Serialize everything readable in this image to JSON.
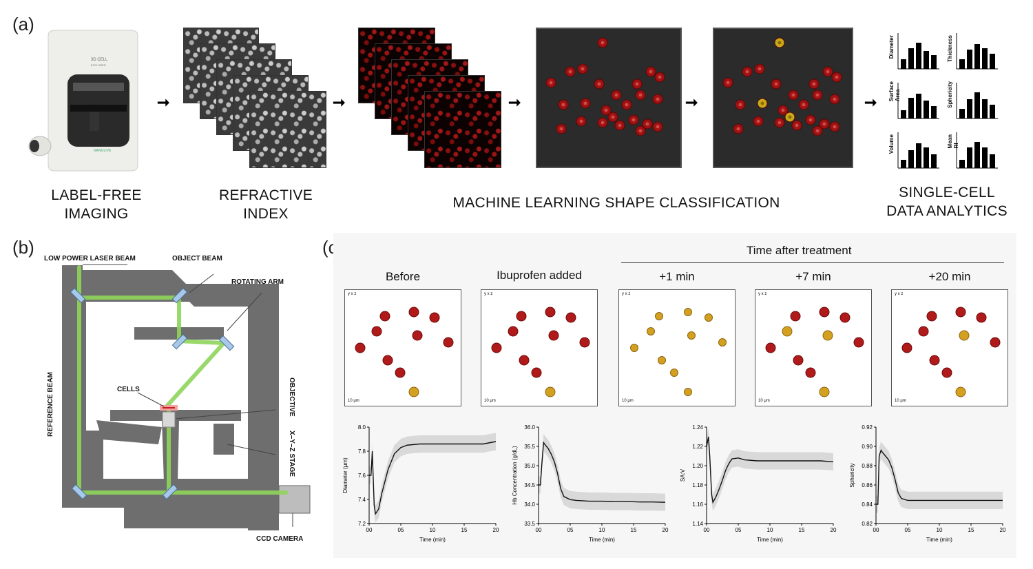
{
  "panel_a": {
    "letter": "(a)",
    "label_imaging_1": "LABEL-FREE",
    "label_imaging_2": "IMAGING",
    "label_ri_1": "REFRACTIVE",
    "label_ri_2": "INDEX",
    "label_ml": "MACHINE LEARNING SHAPE CLASSIFICATION",
    "label_analytics_1": "SINGLE-CELL",
    "label_analytics_2": "DATA ANALYTICS",
    "device_brand": "3D CELL",
    "device_sub": "EXPLORER",
    "device_logo": "NANOLIVE",
    "mini_charts": [
      "Diameter",
      "Thickness",
      "Surface Area",
      "Sphericity",
      "Volume",
      "Mean RI"
    ]
  },
  "panel_b": {
    "letter": "(b)",
    "low_power_laser": "LOW POWER LASER BEAM",
    "object_beam": "OBJECT BEAM",
    "rotating_arm": "ROTATING ARM",
    "reference_beam": "REFERENCE BEAM",
    "cells": "CELLS",
    "objective": "OBJECTIVE",
    "xyz_stage": "X–Y–Z STAGE",
    "ccd_camera": "CCD CAMERA"
  },
  "panel_c": {
    "letter": "(c)",
    "time_after": "Time after treatment",
    "states": [
      "Before",
      "Ibuprofen added",
      "+1 min",
      "+7 min",
      "+20 min"
    ],
    "scale": "10 μm",
    "axes_label": "y x z"
  },
  "colors": {
    "beam": "#8fd45a",
    "machine": "#6e6e6e",
    "rbc": "#b01a1a",
    "echinocyte": "#d4a020",
    "band": "#d9d9d9"
  },
  "chart_data": [
    {
      "type": "line",
      "xlabel": "Time (min)",
      "ylabel": "Diameter (μm)",
      "xlim": [
        0,
        20
      ],
      "ylim": [
        7.2,
        8.0
      ],
      "xticks": [
        "00",
        "05",
        "10",
        "15",
        "20"
      ],
      "yticks": [
        "7.2",
        "7.4",
        "7.6",
        "7.8",
        "8.0"
      ],
      "x": [
        0,
        0.3,
        0.5,
        0.8,
        1,
        1.5,
        2,
        3,
        4,
        5,
        6,
        8,
        10,
        12,
        14,
        16,
        18,
        20
      ],
      "y": [
        7.6,
        7.6,
        7.8,
        7.35,
        7.28,
        7.32,
        7.45,
        7.65,
        7.78,
        7.83,
        7.85,
        7.86,
        7.86,
        7.86,
        7.86,
        7.86,
        7.86,
        7.88
      ]
    },
    {
      "type": "line",
      "xlabel": "Time (min)",
      "ylabel": "Hb Concentration (g/dL)",
      "xlim": [
        0,
        20
      ],
      "ylim": [
        33.5,
        36.0
      ],
      "xticks": [
        "00",
        "05",
        "10",
        "15",
        "20"
      ],
      "yticks": [
        "33.5",
        "34.0",
        "34.5",
        "35.0",
        "35.5",
        "36.0"
      ],
      "x": [
        0,
        0.3,
        0.5,
        0.8,
        1,
        1.5,
        2,
        2.5,
        3,
        3.5,
        4,
        5,
        6,
        8,
        10,
        12,
        14,
        16,
        18,
        20
      ],
      "y": [
        34.5,
        34.5,
        35.0,
        35.6,
        35.55,
        35.45,
        35.3,
        35.1,
        34.8,
        34.4,
        34.2,
        34.12,
        34.1,
        34.08,
        34.08,
        34.07,
        34.07,
        34.06,
        34.06,
        34.05
      ]
    },
    {
      "type": "line",
      "xlabel": "Time (min)",
      "ylabel": "SA:V",
      "xlim": [
        0,
        20
      ],
      "ylim": [
        1.14,
        1.24
      ],
      "xticks": [
        "00",
        "05",
        "10",
        "15",
        "20"
      ],
      "yticks": [
        "1.14",
        "1.16",
        "1.18",
        "1.20",
        "1.22",
        "1.24"
      ],
      "x": [
        0,
        0.3,
        0.5,
        0.8,
        1,
        1.5,
        2,
        2.5,
        3,
        3.5,
        4,
        5,
        6,
        8,
        10,
        12,
        14,
        16,
        18,
        20
      ],
      "y": [
        1.22,
        1.23,
        1.21,
        1.17,
        1.162,
        1.168,
        1.176,
        1.185,
        1.195,
        1.202,
        1.207,
        1.208,
        1.206,
        1.205,
        1.205,
        1.205,
        1.205,
        1.205,
        1.205,
        1.204
      ]
    },
    {
      "type": "line",
      "xlabel": "Time (min)",
      "ylabel": "Sphericity",
      "xlim": [
        0,
        20
      ],
      "ylim": [
        0.82,
        0.92
      ],
      "xticks": [
        "00",
        "05",
        "10",
        "15",
        "20"
      ],
      "yticks": [
        "0.82",
        "0.84",
        "0.86",
        "0.88",
        "0.90",
        "0.92"
      ],
      "x": [
        0,
        0.3,
        0.5,
        0.8,
        1,
        1.5,
        2,
        2.5,
        3,
        3.5,
        4,
        5,
        6,
        8,
        10,
        12,
        14,
        16,
        18,
        20
      ],
      "y": [
        0.84,
        0.84,
        0.89,
        0.896,
        0.894,
        0.89,
        0.886,
        0.878,
        0.866,
        0.852,
        0.846,
        0.844,
        0.844,
        0.844,
        0.844,
        0.844,
        0.844,
        0.844,
        0.844,
        0.844
      ]
    }
  ]
}
